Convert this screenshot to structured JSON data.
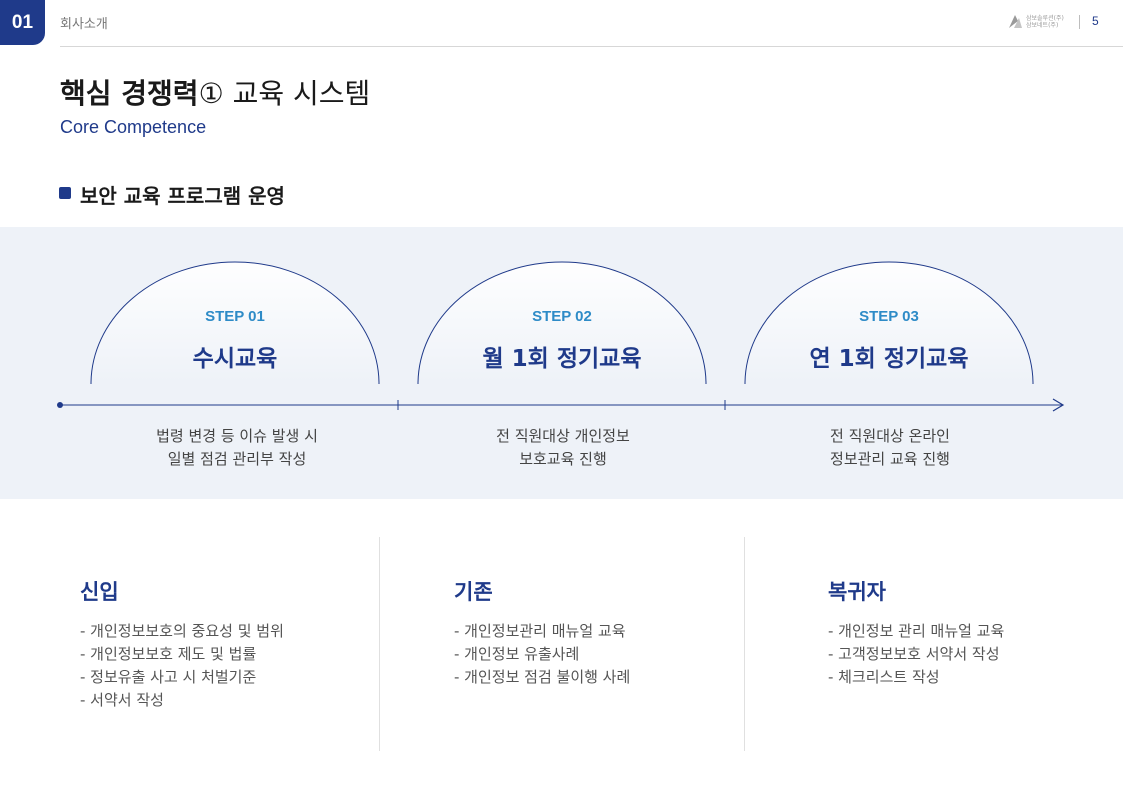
{
  "header": {
    "page_tab": "01",
    "section_name": "회사소개",
    "logo_line1": "삼보솔루션(주)",
    "logo_line2": "삼보네트(주)",
    "page_number": "5"
  },
  "title": {
    "bold": "핵심 경쟁력",
    "marker": "①",
    "light": " 교육 시스템",
    "subtitle": "Core Competence"
  },
  "section": {
    "heading": "보안 교육 프로그램 운영"
  },
  "steps": [
    {
      "label": "STEP 01",
      "title": "수시교육",
      "desc_line1": "법령 변경 등 이슈 발생 시",
      "desc_line2": "일별 점검 관리부 작성"
    },
    {
      "label": "STEP 02",
      "title": "월 1회 정기교육",
      "desc_line1": "전 직원대상 개인정보",
      "desc_line2": "보호교육 진행"
    },
    {
      "label": "STEP 03",
      "title": "연 1회 정기교육",
      "desc_line1": "전 직원대상 온라인",
      "desc_line2": "정보관리 교육 진행"
    }
  ],
  "groups": [
    {
      "title": "신입",
      "items": [
        "- 개인정보보호의 중요성 및 범위",
        "- 개인정보보호 제도 및 법률",
        "- 정보유출 사고 시 처벌기준",
        "- 서약서 작성"
      ]
    },
    {
      "title": "기존",
      "items": [
        "- 개인정보관리 매뉴얼 교육",
        "- 개인정보 유출사례",
        "- 개인정보 점검 불이행 사례"
      ]
    },
    {
      "title": "복귀자",
      "items": [
        "- 개인정보 관리 매뉴얼 교육",
        "- 고객정보보호 서약서 작성",
        "- 체크리스트 작성"
      ]
    }
  ],
  "colors": {
    "accent": "#1f3a8a",
    "step_label": "#2e8bc7",
    "band": "#eef2f8"
  }
}
